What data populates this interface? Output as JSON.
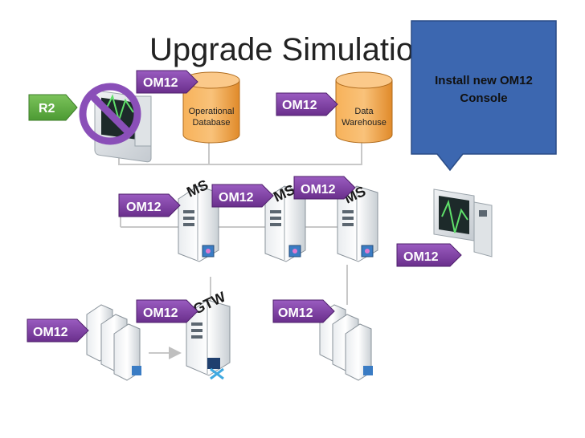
{
  "slide": {
    "title": "Upgrade Simulation",
    "callout": {
      "text_line1": "Install new OM12",
      "text_line2": "Console"
    }
  },
  "labels": {
    "om12": "OM12",
    "r2": "R2",
    "ms": "MS",
    "gtw": "GTW"
  },
  "databases": {
    "operational": {
      "line1": "Operational",
      "line2": "Database"
    },
    "warehouse": {
      "line1": "Data",
      "line2": "Warehouse"
    }
  },
  "colors": {
    "om12_tag": "#7b3f9e",
    "r2_tag": "#5aa640",
    "callout": "#3c67b0",
    "database": "#f29a3c",
    "connector": "#bfbfbf",
    "prohibit": "#8a4fb8"
  }
}
